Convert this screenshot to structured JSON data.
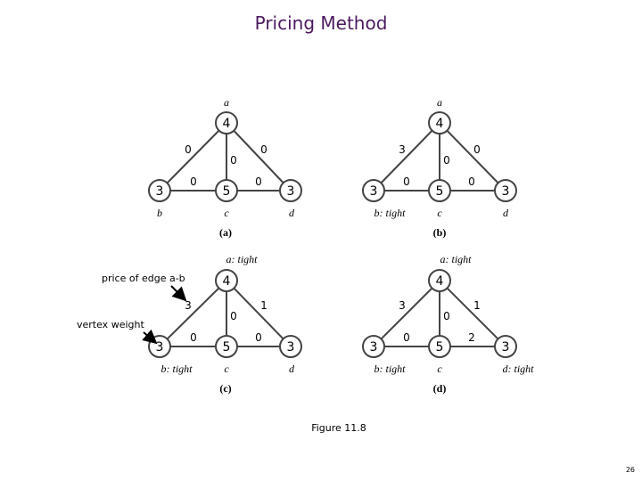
{
  "title": "Pricing Method",
  "caption": "Figure 11.8",
  "page_number": "26",
  "annotations": {
    "edge_price": "price of edge a-b",
    "vertex_weight": "vertex weight"
  },
  "panels": [
    {
      "label": "(a)",
      "vertices": {
        "a": "4",
        "b": "3",
        "c": "5",
        "d": "3"
      },
      "vertex_labels": {
        "a": "a",
        "b": "b",
        "c": "c",
        "d": "d"
      },
      "edge_prices": {
        "ab": "0",
        "ac": "0",
        "ad": "0",
        "bc": "0",
        "cd": "0"
      }
    },
    {
      "label": "(b)",
      "vertices": {
        "a": "4",
        "b": "3",
        "c": "5",
        "d": "3"
      },
      "vertex_labels": {
        "a": "a",
        "b": "b: tight",
        "c": "c",
        "d": "d"
      },
      "edge_prices": {
        "ab": "3",
        "ac": "0",
        "ad": "0",
        "bc": "0",
        "cd": "0"
      }
    },
    {
      "label": "(c)",
      "vertices": {
        "a": "4",
        "b": "3",
        "c": "5",
        "d": "3"
      },
      "vertex_labels": {
        "a": "a: tight",
        "b": "b: tight",
        "c": "c",
        "d": "d"
      },
      "edge_prices": {
        "ab": "3",
        "ac": "0",
        "ad": "1",
        "bc": "0",
        "cd": "0"
      }
    },
    {
      "label": "(d)",
      "vertices": {
        "a": "4",
        "b": "3",
        "c": "5",
        "d": "3"
      },
      "vertex_labels": {
        "a": "a: tight",
        "b": "b: tight",
        "c": "c",
        "d": "d: tight"
      },
      "edge_prices": {
        "ab": "3",
        "ac": "0",
        "ad": "1",
        "bc": "0",
        "cd": "2"
      }
    }
  ]
}
